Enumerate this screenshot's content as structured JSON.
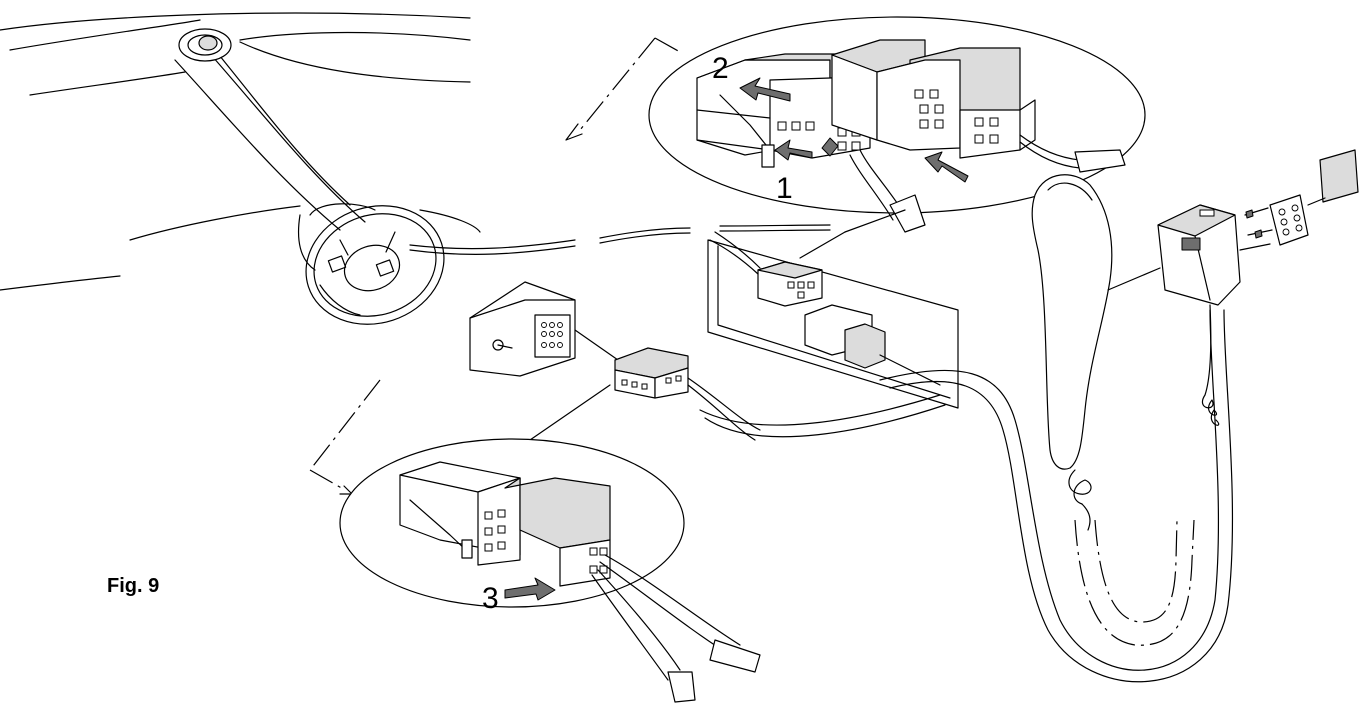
{
  "figure": {
    "label": "Fig. 9",
    "steps": [
      "1",
      "2",
      "3"
    ]
  }
}
